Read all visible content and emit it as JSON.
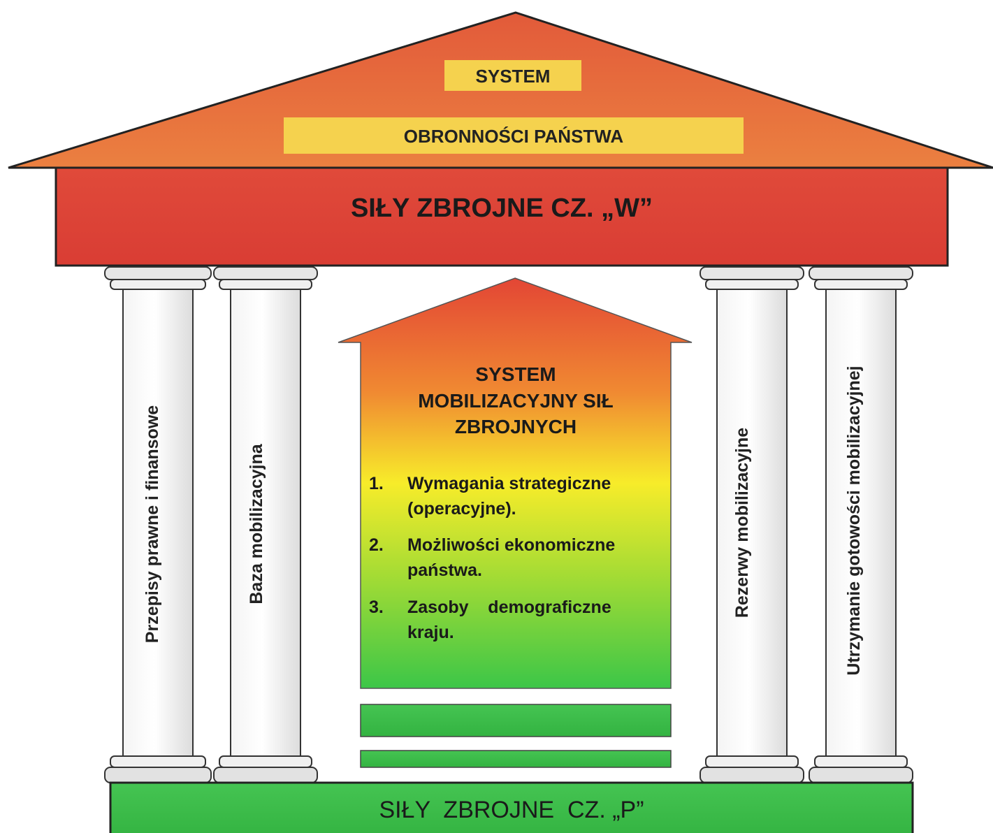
{
  "roof": {
    "line1": "SYSTEM",
    "line2": "OBRONNOŚCI PAŃSTWA"
  },
  "beam": {
    "label": "SIŁY  ZBROJNE  CZ.  „W”"
  },
  "base": {
    "label": "SIŁY  ZBROJNE  CZ. „P”"
  },
  "pillars": [
    {
      "label": "Przepisy prawne i finansowe"
    },
    {
      "label": "Baza mobilizacyjna"
    },
    {
      "label": "Rezerwy mobilizacyjne"
    },
    {
      "label": "Utrzymanie gotowości mobilizacyjnej"
    }
  ],
  "center": {
    "title_line1": "SYSTEM",
    "title_line2": "MOBILIZACYJNY SIŁ",
    "title_line3": "ZBROJNYCH",
    "items": [
      {
        "num": "1.",
        "line1": "Wymagania strategiczne",
        "line2": "(operacyjne)."
      },
      {
        "num": "2.",
        "line1": "Możliwości ekonomiczne",
        "line2": "państwa."
      },
      {
        "num": "3.",
        "line1": "Zasoby    demograficzne",
        "line2": "kraju."
      }
    ]
  },
  "colors": {
    "red": "#e2483a",
    "orange": "#e8703a",
    "yellow_box": "#f5d54e",
    "green": "#3dbd4a",
    "gradient_top": "#e44a36",
    "gradient_mid": "#f7ec2a",
    "gradient_bottom": "#3cc648"
  }
}
